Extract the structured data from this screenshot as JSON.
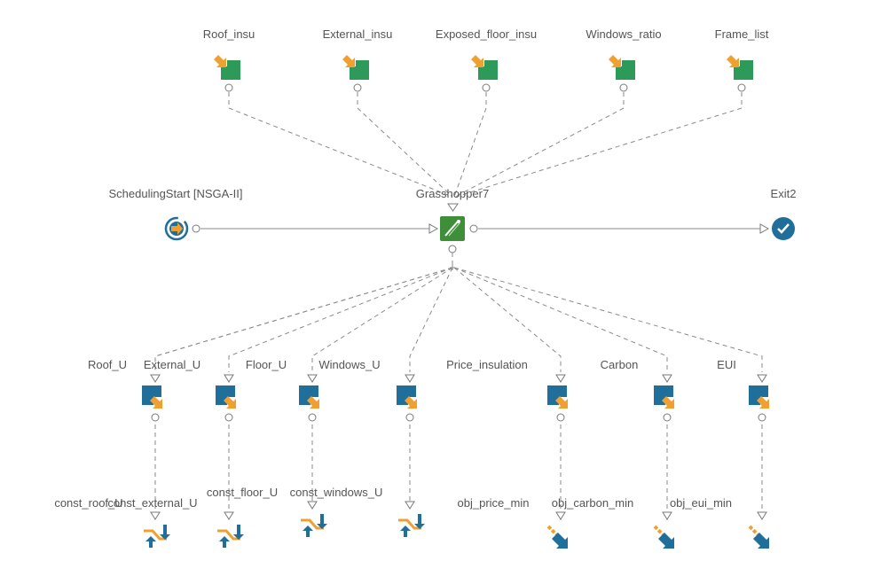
{
  "colors": {
    "input_green": "#2e9a5a",
    "output_blue": "#1f6f9a",
    "arrow_orange": "#f0a030",
    "grasshopper_green": "#3f8f3a",
    "exit_blue": "#1f6f9a",
    "edge_gray": "#8a8a8a"
  },
  "inputs": [
    {
      "label": "Roof_insu",
      "icon": "input-parameter-icon"
    },
    {
      "label": "External_insu",
      "icon": "input-parameter-icon"
    },
    {
      "label": "Exposed_floor_insu",
      "icon": "input-parameter-icon"
    },
    {
      "label": "Windows_ratio",
      "icon": "input-parameter-icon"
    },
    {
      "label": "Frame_list",
      "icon": "input-parameter-icon"
    }
  ],
  "scheduler": {
    "label": "SchedulingStart [NSGA-II]",
    "icon": "scheduling-start-icon"
  },
  "solver": {
    "label": "Grasshopper7",
    "icon": "grasshopper-icon"
  },
  "exit": {
    "label": "Exit2",
    "icon": "exit-check-icon"
  },
  "outputs": [
    {
      "label": "Roof_U",
      "icon": "output-parameter-icon"
    },
    {
      "label": "External_U",
      "icon": "output-parameter-icon"
    },
    {
      "label": "Floor_U",
      "icon": "output-parameter-icon"
    },
    {
      "label": "Windows_U",
      "icon": "output-parameter-icon"
    },
    {
      "label": "Price_insulation",
      "icon": "output-parameter-icon"
    },
    {
      "label": "Carbon",
      "icon": "output-parameter-icon"
    },
    {
      "label": "EUI",
      "icon": "output-parameter-icon"
    }
  ],
  "constraints": [
    {
      "label": "const_roof_U",
      "icon": "constraint-icon"
    },
    {
      "label": "const_external_U",
      "icon": "constraint-icon"
    },
    {
      "label": "const_floor_U",
      "icon": "constraint-icon"
    },
    {
      "label": "const_windows_U",
      "icon": "constraint-icon"
    }
  ],
  "objectives": [
    {
      "label": "obj_price_min",
      "icon": "objective-minimize-icon"
    },
    {
      "label": "obj_carbon_min",
      "icon": "objective-minimize-icon"
    },
    {
      "label": "obj_eui_min",
      "icon": "objective-minimize-icon"
    }
  ]
}
